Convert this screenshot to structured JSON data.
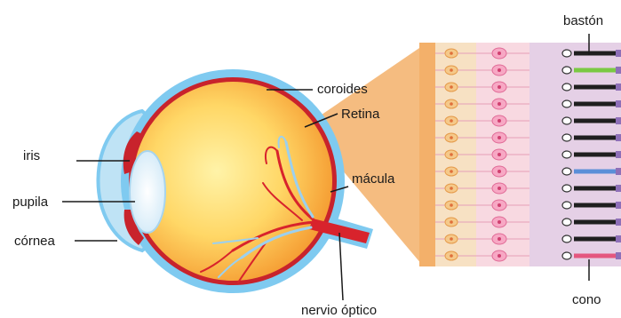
{
  "labels": {
    "baston": "bastón",
    "coroides": "coroides",
    "retina": "Retina",
    "iris": "iris",
    "macula": "mácula",
    "pupila": "pupila",
    "cornea": "córnea",
    "nervio_optico": "nervio óptico",
    "cono": "cono"
  },
  "colors": {
    "sclera_outer": "#7fcaf0",
    "cornea": "#bfe3f5",
    "choroid": "#c8232c",
    "vitreous_center": "#ffe27a",
    "vitreous_edge": "#f7a83a",
    "retina_callout": "#f3b06a",
    "layer_1": "#f7e1c3",
    "layer_2": "#f8d9e1",
    "layer_3": "#e5d0e6",
    "rod": "#1f1f1f",
    "cone_green": "#7ac943",
    "cone_blue": "#5b8fd8",
    "cone_pink": "#e4577f"
  }
}
